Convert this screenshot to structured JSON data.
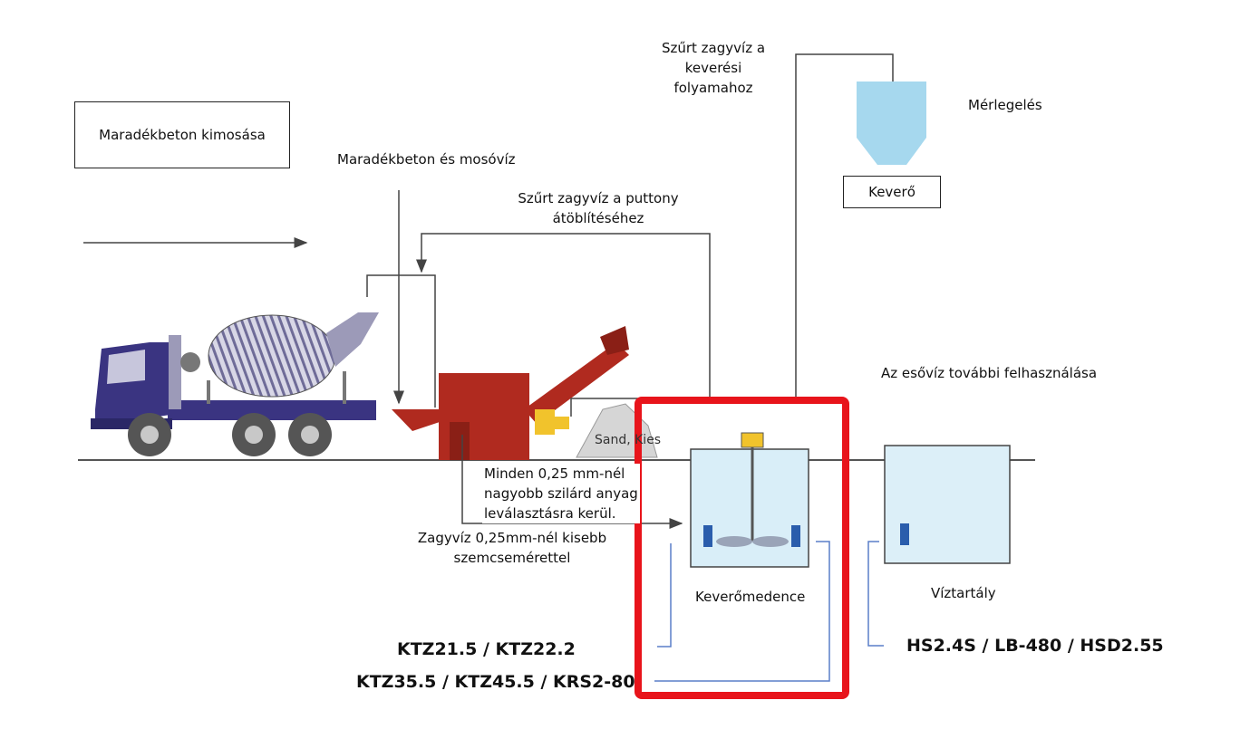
{
  "colors": {
    "highlight": "#e8141b",
    "water": "#a6d8ee",
    "pipe": "#5a7fc8",
    "truck": "#3a3481",
    "hopper": "#b02a1f",
    "sensor": "#2a5dac"
  },
  "labels": {
    "wash_title": "Maradékbeton kimosása",
    "concrete_water": "Maradékbeton és mosóvíz",
    "filtered_mix_l1": "Szűrt zagyvíz a",
    "filtered_mix_l2": "keverési",
    "filtered_mix_l3": "folyamahoz",
    "weighing": "Mérlegelés",
    "mixer": "Keverő",
    "filtered_bucket_l1": "Szűrt zagyvíz a puttony",
    "filtered_bucket_l2": "átöblítéséhez",
    "rainwater": "Az esővíz további felhasználása",
    "solids_l1": "Minden 0,25 mm-nél",
    "solids_l2": "nagyobb szilárd anyag",
    "solids_l3": "leválasztásra kerül.",
    "slurry_l1": "Zagyvíz 0,25mm-nél kisebb",
    "slurry_l2": "szemcsemérettel",
    "sand": "Sand, Kies",
    "mixing_tank": "Keverőmedence",
    "water_tank": "Víztartály",
    "models_left_1": "KTZ21.5 / KTZ22.2",
    "models_left_2": "KTZ35.5 / KTZ45.5 / KRS2-80",
    "models_right": "HS2.4S / LB-480 / HSD2.55"
  },
  "icons": [
    "arrow-right-icon",
    "mixer-truck-icon",
    "separator-hopper-icon",
    "sensor-icon",
    "agitator-icon"
  ]
}
